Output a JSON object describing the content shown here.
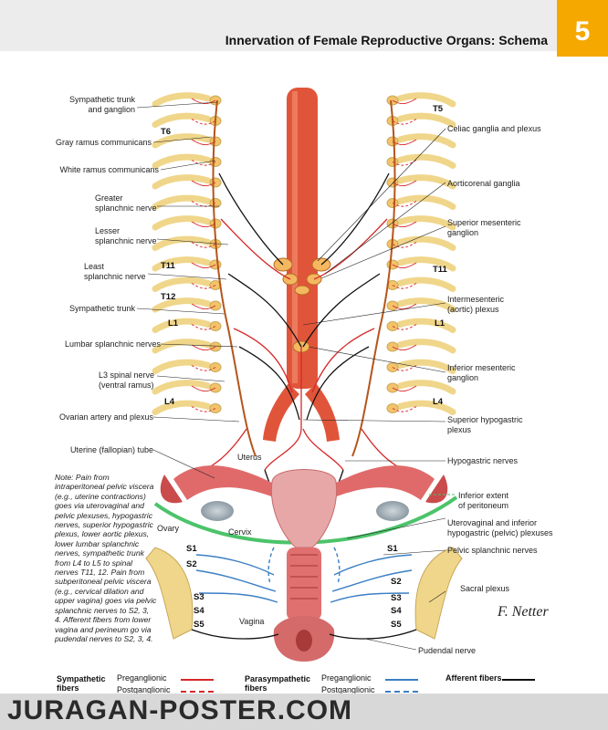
{
  "header": {
    "title": "Innervation of Female Reproductive Organs: Schema",
    "plate_number": "5"
  },
  "labels_left": [
    "Sympathetic trunk\nand ganglion",
    "Gray ramus communicans",
    "White ramus communicans",
    "Greater\nsplanchnic nerve",
    "Lesser\nsplanchnic nerve",
    "Least\nsplanchnic nerve",
    "Sympathetic trunk",
    "Lumbar splanchnic nerves",
    "L3 spinal nerve\n(ventral ramus)",
    "Ovarian artery and plexus",
    "Uterine (fallopian) tube",
    "Ovary",
    "Cervix",
    "Uterus",
    "Vagina"
  ],
  "labels_right": [
    "Celiac ganglia and plexus",
    "Aorticorenal ganglia",
    "Superior mesenteric\nganglion",
    "Intermesenteric\n(aortic) plexus",
    "Inferior mesenteric\nganglion",
    "Superior hypogastric\nplexus",
    "Hypogastric nerves",
    "Inferior extent\nof peritoneum",
    "Uterovaginal and inferior\nhypogastric (pelvic) plexuses",
    "Pelvic splanchnic nerves",
    "Sacral plexus",
    "Pudendal nerve"
  ],
  "levels": {
    "T5": "T5",
    "T6": "T6",
    "T11": "T11",
    "T12": "T12",
    "L1": "L1",
    "L4": "L4",
    "S1": "S1",
    "S2": "S2",
    "S3": "S3",
    "S4": "S4",
    "S5": "S5"
  },
  "note": "Note: Pain from intraperitoneal pelvic viscera (e.g., uterine contractions) goes via uterovaginal and pelvic plexuses, hypogastric nerves, superior hypogastric plexus, lower aortic plexus, lower lumbar splanchnic nerves, sympathetic trunk from L4 to L5 to spinal nerves T11, 12. Pain from subperitoneal pelvic viscera (e.g., cervical dilation and upper vagina) goes via pelvic splanchnic nerves to S2, 3, 4. Afferent fibers from lower vagina and perineum go via pudendal nerves to S2, 3, 4.",
  "legend": {
    "sympathetic": "Sympathetic\nfibers",
    "parasympathetic": "Parasympathetic\nfibers",
    "preganglionic": "Preganglionic",
    "postganglionic": "Postganglionic",
    "afferent": "Afferent fibers"
  },
  "signature": "F. Netter",
  "watermark": "JURAGAN-POSTER.COM",
  "colors": {
    "sympathetic": "#d62828",
    "parasympathetic": "#3a7fc4",
    "afferent": "#111111",
    "nerve": "#f0d68a",
    "aorta": "#e0553a",
    "peritoneum": "#4cc36a",
    "accent": "#f5a800"
  }
}
